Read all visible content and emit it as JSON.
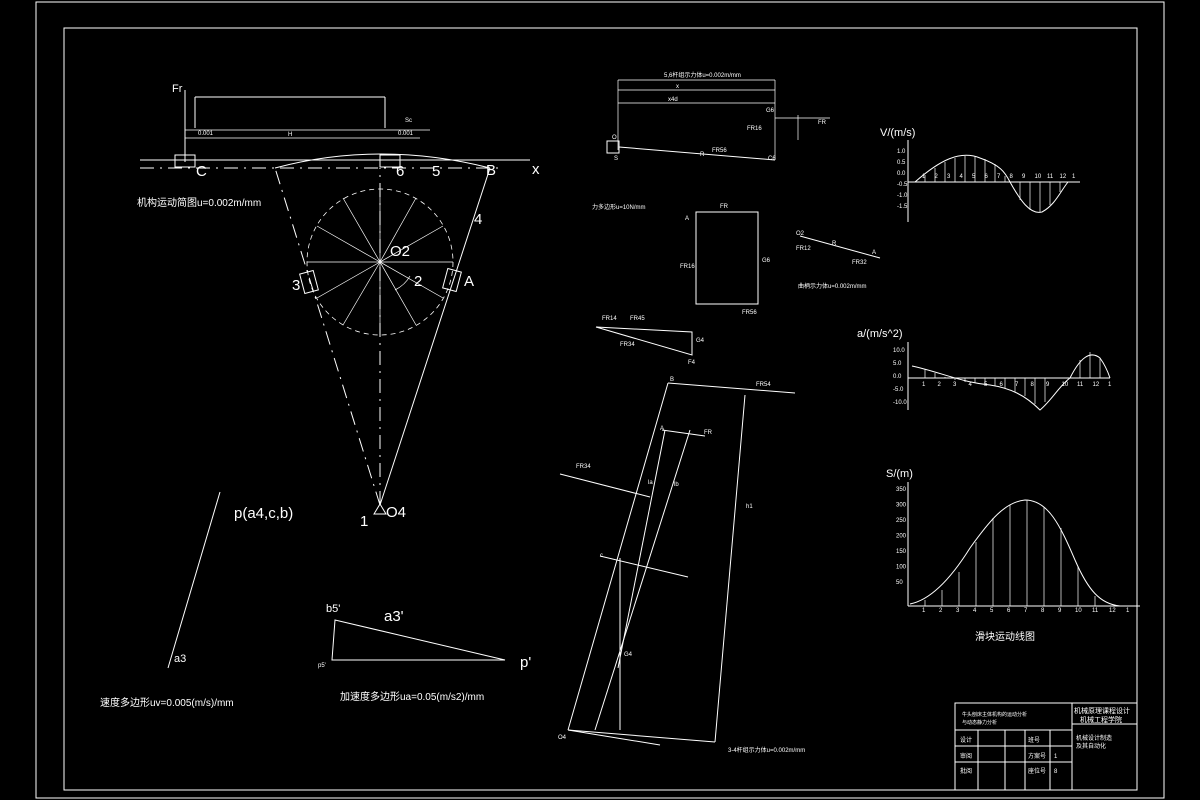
{
  "mech": {
    "fr": "Fr",
    "c": "C",
    "six": "6",
    "five": "5",
    "b": "B",
    "x": "x",
    "four": "4",
    "o2": "O2",
    "three": "3",
    "a": "A",
    "two": "2",
    "one": "1",
    "o4": "O4",
    "caption": "机构运动简图u=0.002m/mm",
    "dim_small_left": "0.001",
    "dim_mid": "H",
    "dim_small_right": "0.001",
    "dim_sc": "Sc"
  },
  "vel_poly": {
    "p_label": "p(a4,c,b)",
    "a3": "a3",
    "caption": "速度多边形uv=0.005(m/s)/mm"
  },
  "acc_poly": {
    "b5": "b5'",
    "a3": "a3'",
    "p5": "p5'",
    "p": "p'",
    "caption": "加速度多边形ua=0.05(m/s2)/mm"
  },
  "force_top": {
    "title": "5,6杆组示力体u=0.002m/mm",
    "l1": "x",
    "l2": "x4d",
    "g6": "G6",
    "fr16": "FR16",
    "fr56": "FR56",
    "fr": "FR",
    "r": "R",
    "c6": "C6",
    "o": "O",
    "s": "S"
  },
  "force_poly": {
    "title": "力多边形u=10N/mm",
    "fr": "FR",
    "g6": "G6",
    "fr16": "FR16",
    "fr56": "FR56",
    "a": "A"
  },
  "crank_fb": {
    "o2": "O2",
    "fr12": "FR12",
    "r": "R",
    "a": "A",
    "fr32": "FR32",
    "caption": "曲柄示力体u=0.002m/mm"
  },
  "small_poly": {
    "fr14": "FR14",
    "fr45": "FR45",
    "fr34": "FR34",
    "g4": "G4",
    "f4": "F4"
  },
  "big_fb": {
    "b": "B",
    "fr54": "FR54",
    "fr34": "FR34",
    "o4": "O4",
    "a": "A",
    "fr": "FR",
    "g4": "G4",
    "n1": "h1",
    "la": "la",
    "lb": "lb",
    "c": "c",
    "caption": "3-4杆组示力体u=0.002m/mm"
  },
  "velocity_chart": {
    "ylabel": "V/(m/s)",
    "yticks": [
      "1.0",
      "0.5",
      "0.0",
      "-0.5",
      "-1.0",
      "-1.5"
    ],
    "xticks": [
      "1",
      "2",
      "3",
      "4",
      "5",
      "6",
      "7",
      "8",
      "9",
      "10",
      "11",
      "12",
      "1"
    ]
  },
  "accel_chart": {
    "ylabel": "a/(m/s^2)",
    "yticks": [
      "10.0",
      "5.0",
      "0.0",
      "-5.0",
      "-10.0"
    ],
    "xticks": [
      "1",
      "2",
      "3",
      "4",
      "5",
      "6",
      "7",
      "8",
      "9",
      "10",
      "11",
      "12",
      "1"
    ]
  },
  "disp_chart": {
    "ylabel": "S/(m)",
    "yticks": [
      "350",
      "300",
      "250",
      "200",
      "150",
      "100",
      "50"
    ],
    "xticks": [
      "1",
      "2",
      "3",
      "4",
      "5",
      "6",
      "7",
      "8",
      "9",
      "10",
      "11",
      "12",
      "1"
    ],
    "caption": "滑块运动线图"
  },
  "title_block": {
    "project": "牛头刨床主体机构的运动分析与动态静力分析",
    "course": "机械原理课程设计",
    "college": "机械工程学院",
    "major": "机械设计制造及其自动化",
    "design": "设计",
    "check": "审阅",
    "approve": "批阅",
    "class": "班号",
    "scheme": "方案号",
    "scheme_no": "1",
    "seat": "座位号",
    "seat_no": "8"
  }
}
